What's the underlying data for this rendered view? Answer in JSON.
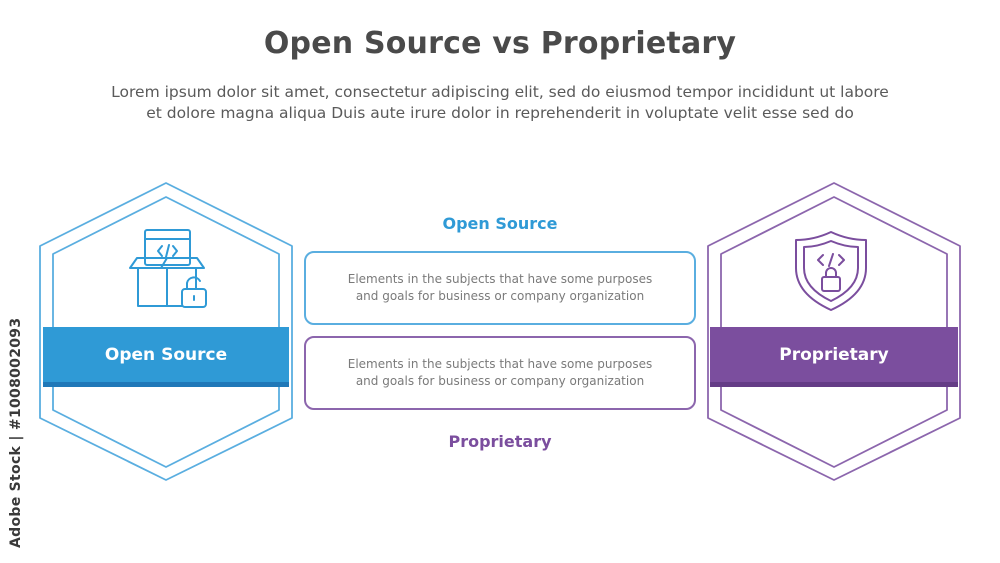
{
  "title": "Open Source vs Proprietary",
  "subtitle_line1": "Lorem ipsum dolor sit amet, consectetur adipiscing elit, sed do eiusmod tempor incididunt ut labore",
  "subtitle_line2": "et dolore magna aliqua Duis aute irure dolor in reprehenderit in voluptate velit esse sed do",
  "left_card": {
    "label": "Open Source",
    "icon": "open-box-code-unlock-icon",
    "color": "#2f9ad6"
  },
  "right_card": {
    "label": "Proprietary",
    "icon": "shield-code-lock-icon",
    "color": "#7b4e9e"
  },
  "center": {
    "top_label": "Open Source",
    "bottom_label": "Proprietary",
    "top_text_line1": "Elements in the subjects that have some purposes",
    "top_text_line2": "and goals for business or company organization",
    "bottom_text_line1": "Elements in the subjects that have some purposes",
    "bottom_text_line2": "and goals for business or company organization"
  },
  "watermark": "Adobe Stock | #1008002093"
}
